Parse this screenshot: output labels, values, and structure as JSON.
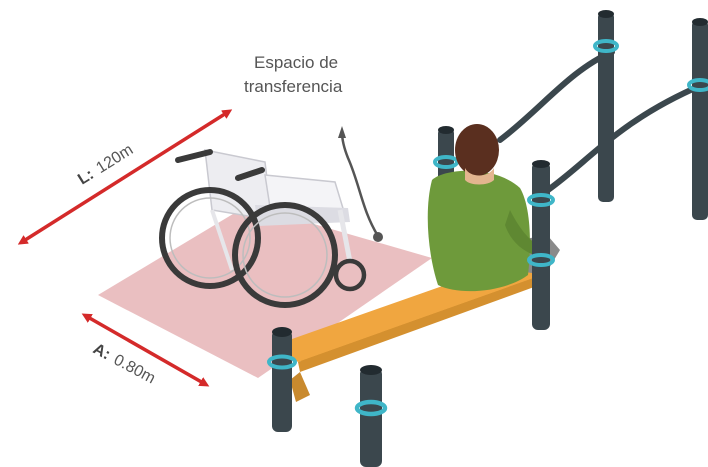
{
  "annotation": {
    "title_line1": "Espacio de",
    "title_line2": "transferencia"
  },
  "dimensions": {
    "length": {
      "key": "L:",
      "value": "120m"
    },
    "width": {
      "key": "A:",
      "value": "0.80m"
    }
  },
  "colors": {
    "transfer_zone": "#e7b7b9",
    "arrow": "#d42a2a",
    "bench": "#f0a640",
    "post": "#3b474d",
    "post_ring": "#3fb6c8",
    "shirt": "#6e9a3b",
    "hair": "#5a2f1f",
    "wheelchair_frame": "#e9e9ee",
    "wheel": "#3a3a3a"
  },
  "icons": [
    "wheelchair-icon",
    "seated-person-icon",
    "curved-up-arrow-icon"
  ]
}
